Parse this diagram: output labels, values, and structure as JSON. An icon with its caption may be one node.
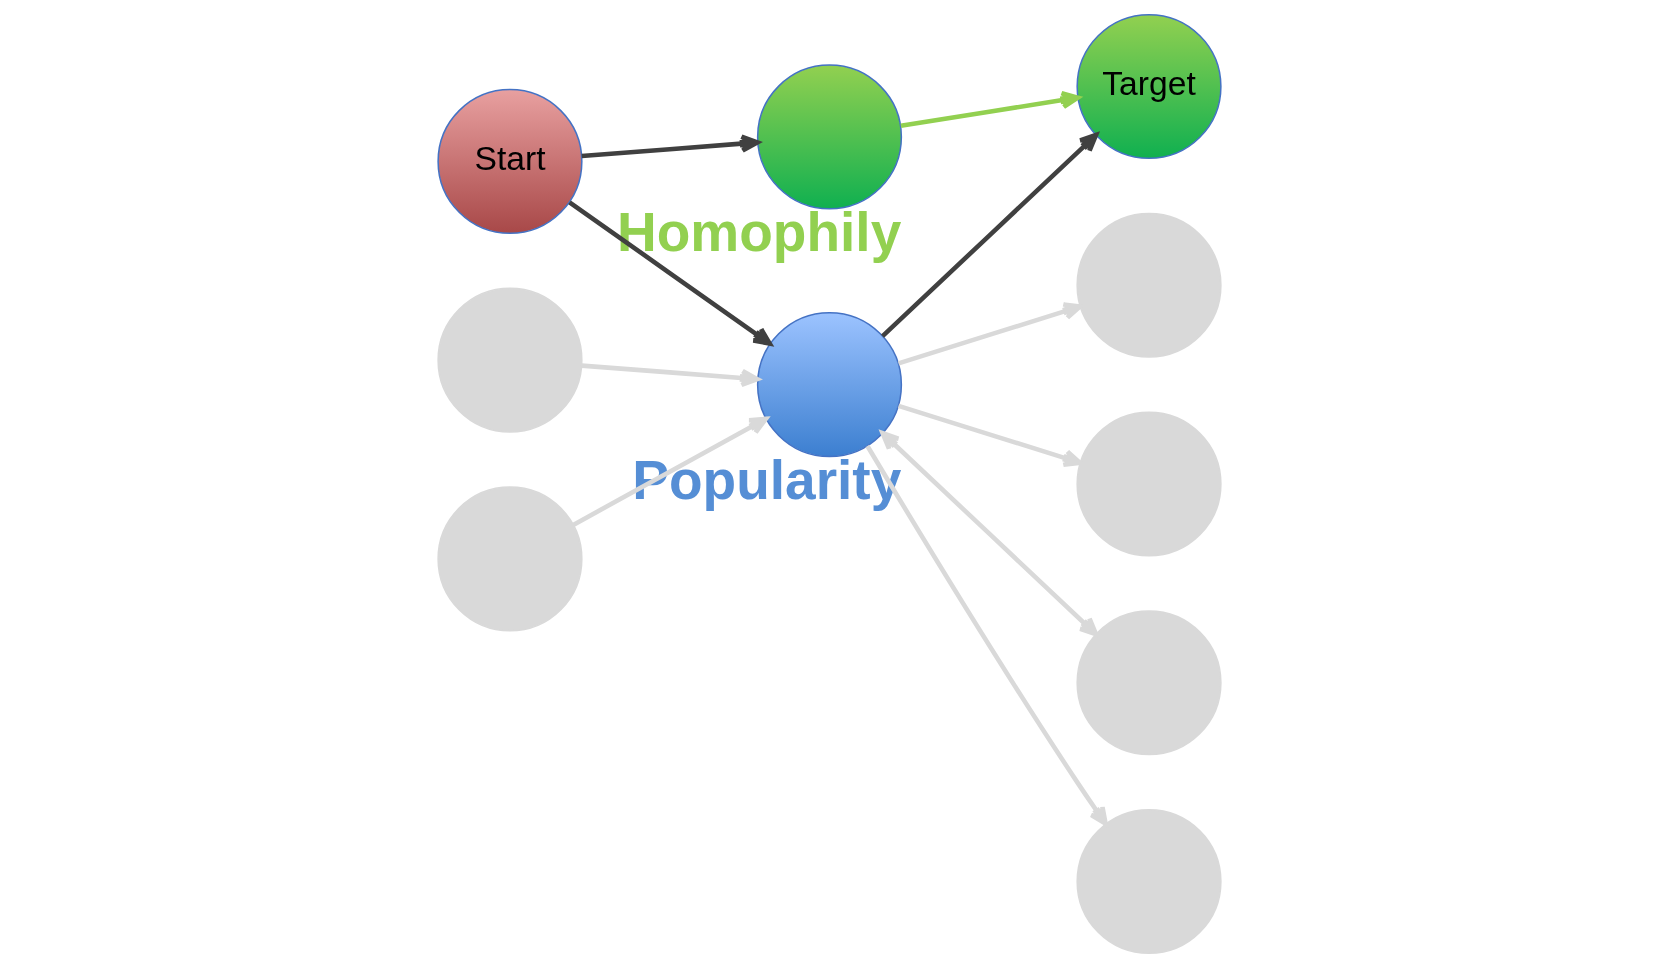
{
  "diagram": {
    "nodes": [
      {
        "text": [
          "Start"
        ]
      },
      {
        "text": [
          "Homophily"
        ]
      },
      {
        "text": [
          "Popularity"
        ]
      },
      {
        "text": [
          "Target"
        ]
      },
      {
        "text": [],
        "shape": "circle"
      },
      {
        "text": [],
        "shape": "circle"
      },
      {
        "text": [],
        "shape": "circle"
      },
      {
        "text": [],
        "shape": "circle"
      },
      {
        "text": [],
        "shape": "circle"
      },
      {
        "text": [],
        "shape": "circle"
      }
    ],
    "edges": [
      {
        "from": 0,
        "to": 1,
        "arrow": "to",
        "color": "#404040"
      },
      {
        "from": 1,
        "to": 3,
        "arrow": "to",
        "color": "#92d050"
      },
      {
        "from": 0,
        "to": 2,
        "arrow": "to",
        "color": "#404040"
      },
      {
        "from": 2,
        "to": 3,
        "arrow": "to",
        "color": "#404040"
      },
      {
        "from": 4,
        "to": 2,
        "arrow": "to"
      },
      {
        "from": 2,
        "to": 5,
        "arrow": "to"
      },
      {
        "from": 2,
        "to": 6,
        "arrow": "to"
      },
      {
        "from": 7,
        "to": 2,
        "arrow": "to"
      },
      {
        "from": 2,
        "to": 8,
        "arrow": "both"
      },
      {
        "from": 2,
        "to": 9,
        "arrow": "to"
      }
    ]
  }
}
